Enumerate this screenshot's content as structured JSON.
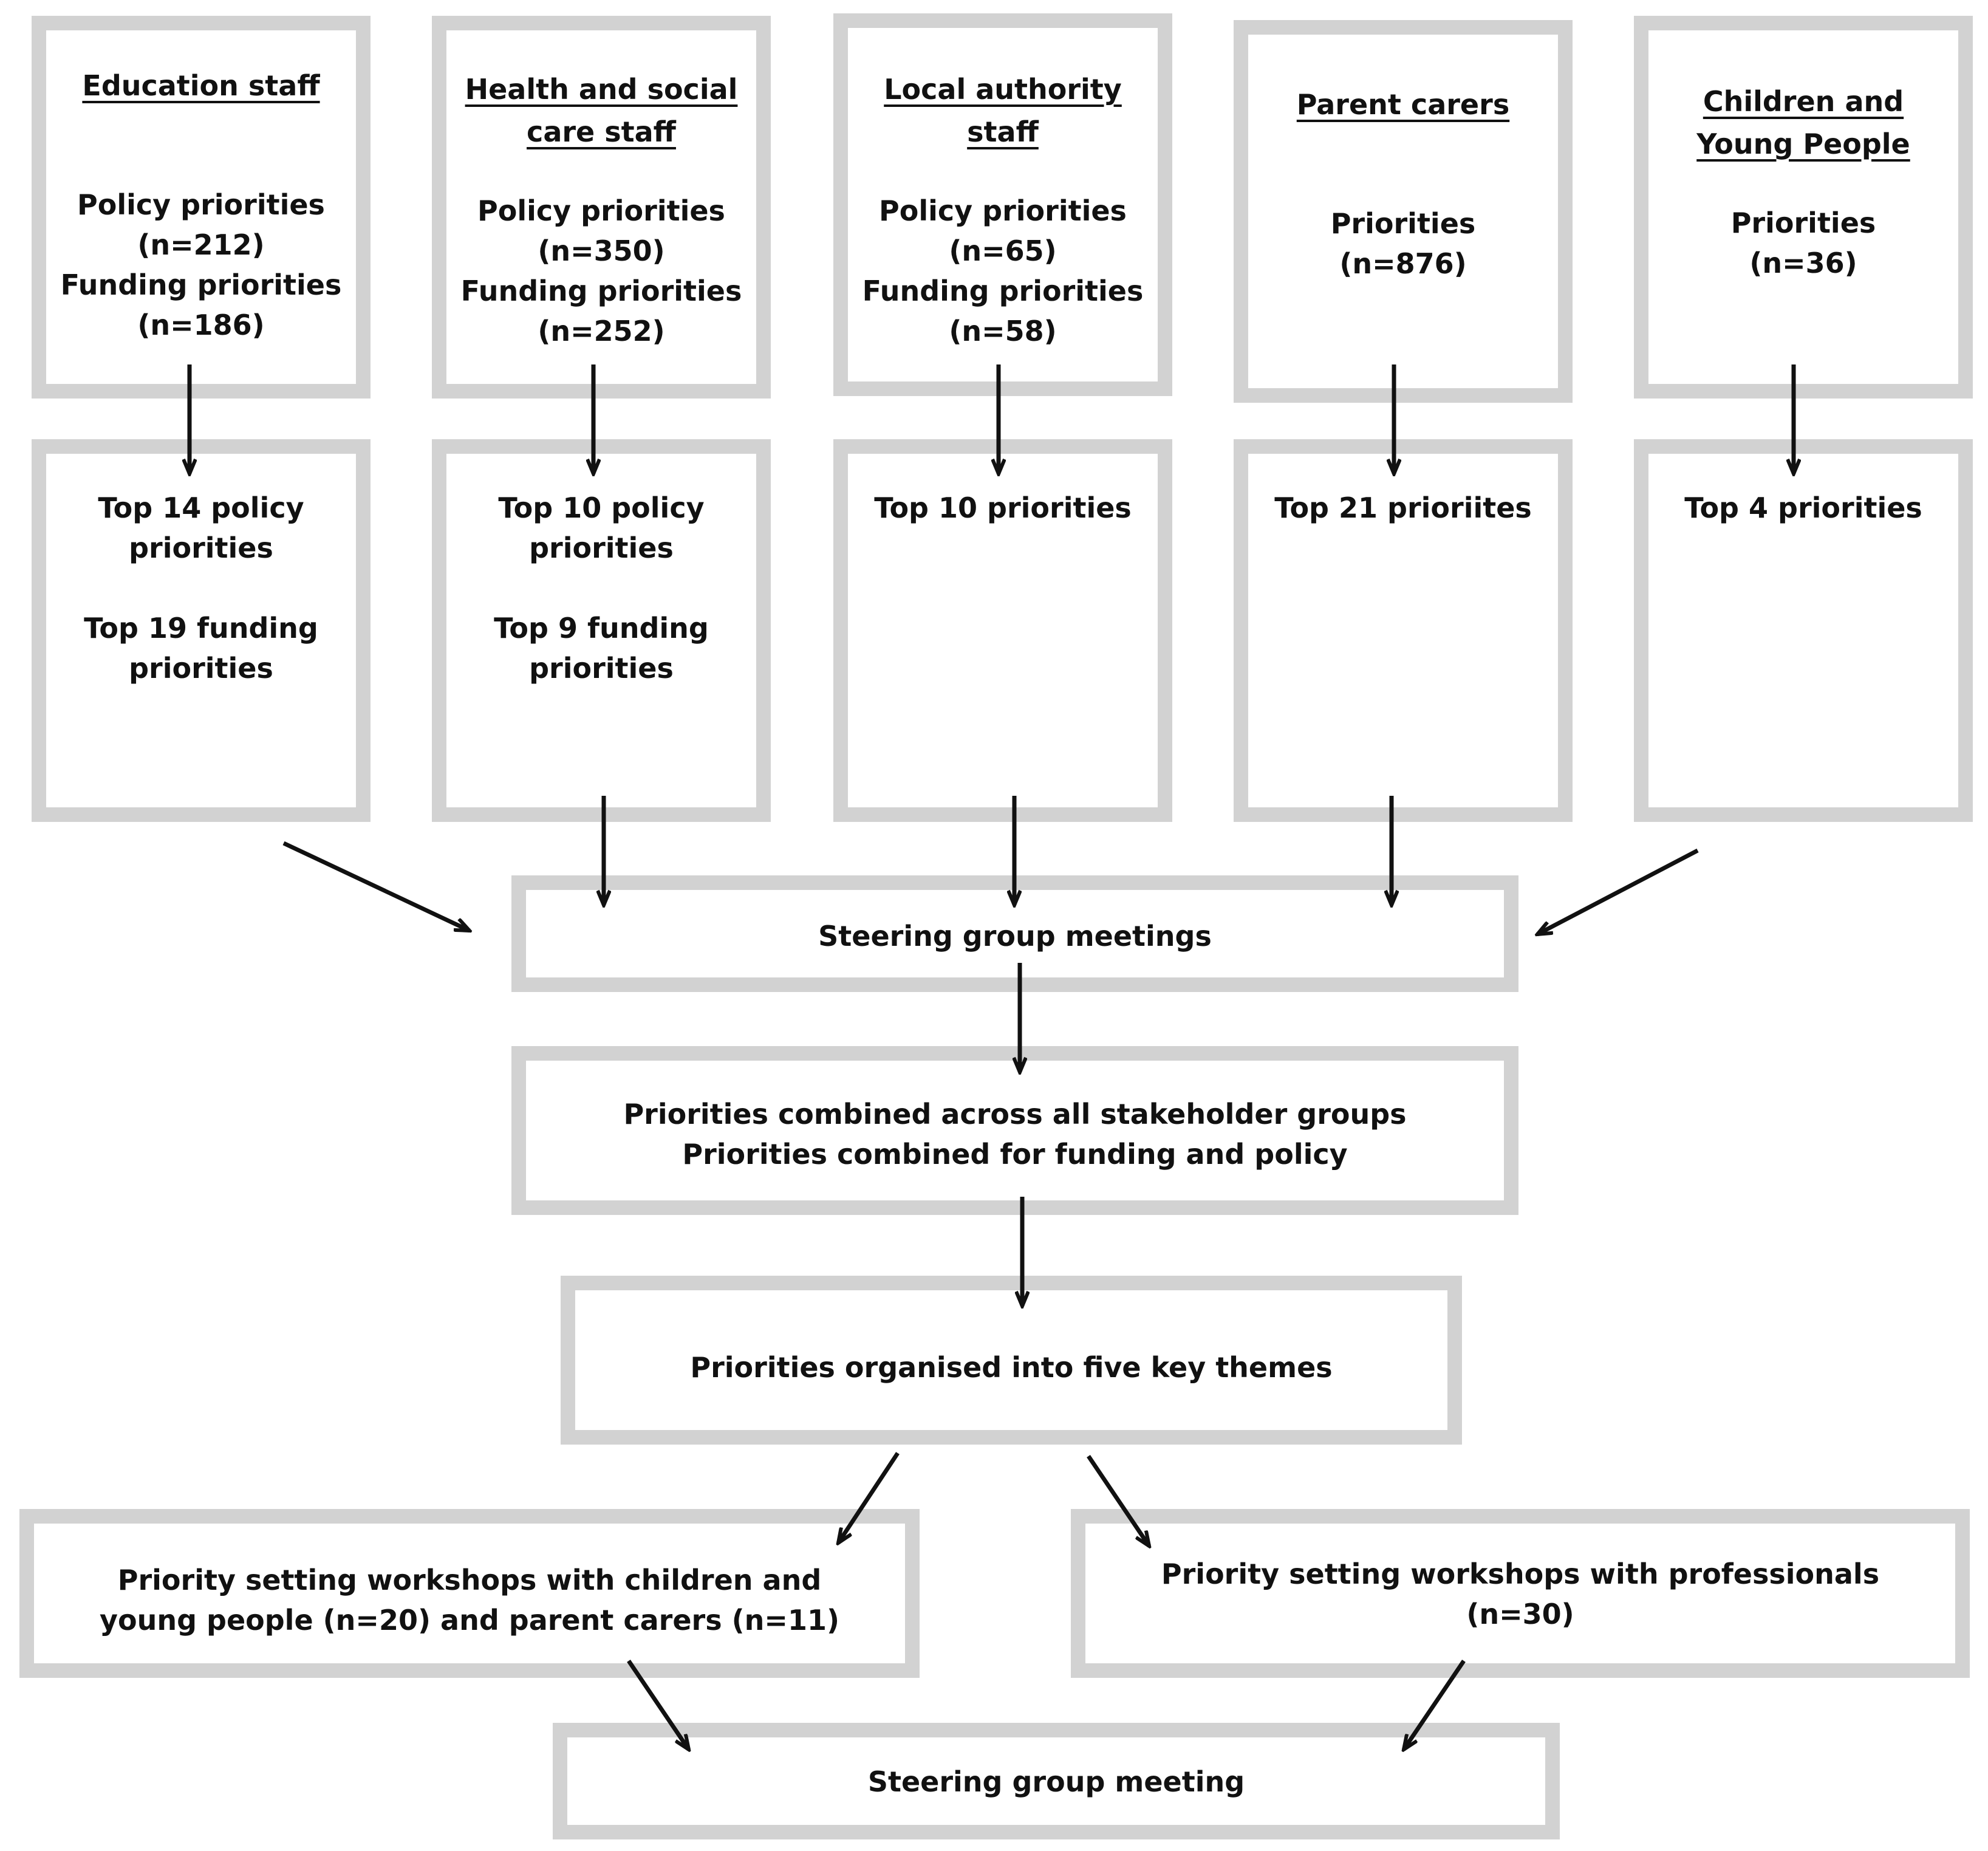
{
  "stakeholders": [
    {
      "header": [
        "Education staff"
      ],
      "body": [
        "Policy priorities",
        "(n=212)",
        "Funding priorities",
        "(n=186)"
      ],
      "top": [
        "Top 14 policy",
        "priorities",
        "",
        "Top 19 funding",
        "priorities"
      ]
    },
    {
      "header": [
        "Health and social",
        "care staff"
      ],
      "body": [
        "Policy priorities",
        "(n=350)",
        "Funding priorities",
        "(n=252)"
      ],
      "top": [
        "Top 10 policy",
        "priorities",
        "",
        "Top 9 funding",
        "priorities"
      ]
    },
    {
      "header": [
        "Local authority",
        "staff"
      ],
      "body": [
        "Policy priorities",
        "(n=65)",
        "Funding priorities",
        "(n=58)"
      ],
      "top": [
        "Top 10 priorities"
      ]
    },
    {
      "header": [
        "Parent carers"
      ],
      "body": [
        "Priorities",
        "(n=876)"
      ],
      "top": [
        "Top 21 prioriites"
      ]
    },
    {
      "header": [
        "Children and",
        "Young People"
      ],
      "body": [
        "Priorities",
        "(n=36)"
      ],
      "top": [
        "Top 4 priorities"
      ]
    }
  ],
  "steering_group_meetings": "Steering group meetings",
  "combined": [
    "Priorities combined across all stakeholder groups",
    "Priorities combined for funding and policy"
  ],
  "themes": "Priorities organised into five key themes",
  "workshops_cyp": [
    "Priority setting workshops with children and",
    "young people (n=20) and parent carers (n=11)"
  ],
  "workshops_professionals": [
    "Priority setting workshops with professionals",
    "(n=30)"
  ],
  "steering_group_meeting": "Steering group meeting"
}
